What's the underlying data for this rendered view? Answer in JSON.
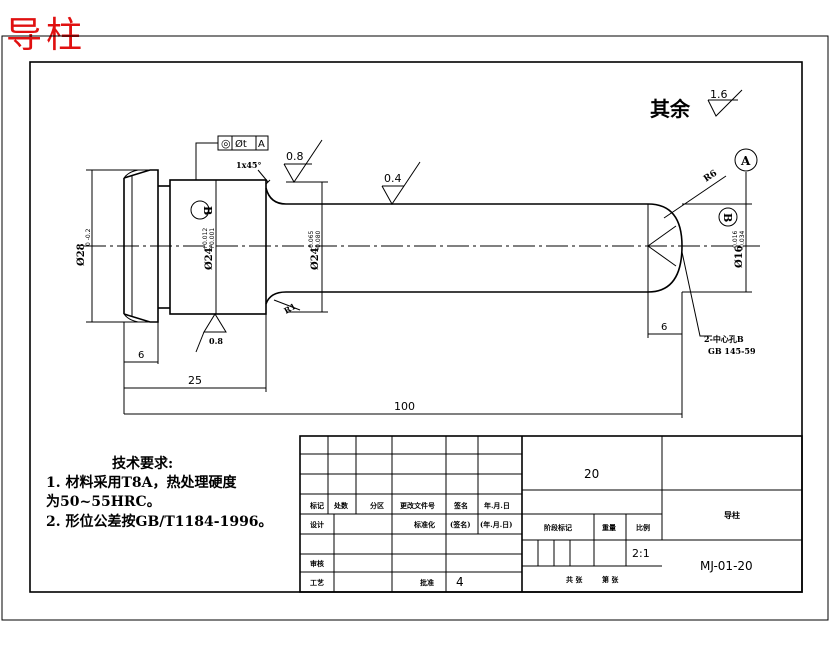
{
  "page_title": "导柱",
  "roughness": {
    "other_label": "其余",
    "other_value": "1.6",
    "shoulder": "0.8",
    "shank": "0.4",
    "left_face": "0.8"
  },
  "tolerance_frame": {
    "symbol": "◎",
    "value": "Øt",
    "datum": "A"
  },
  "datums": {
    "a": "A",
    "b_left": "B",
    "b_right": "B"
  },
  "chamfer": "1x45°",
  "radius_r6": "R6",
  "radius_r1": "R1",
  "dims": {
    "flange_dia": "Ø28",
    "flange_tol": "0\n-0.2",
    "head_dia": "Ø24",
    "head_tol_upper": "+0.012",
    "head_tol_lower": "+0.001",
    "shank_dia": "Ø24",
    "shank_tol_upper": "-0.065",
    "shank_tol_lower": "-0.080",
    "tip_dia": "Ø16",
    "tip_tol_upper": "-0.016",
    "tip_tol_lower": "-0.034",
    "len_flange": "6",
    "len_head": "25",
    "len_total": "100",
    "len_tip": "6"
  },
  "center_hole_note": [
    "2-中心孔B",
    "GB 145-59"
  ],
  "tech_req": {
    "heading": "技术要求:",
    "lines": [
      "1. 材料采用T8A，热处理硬度",
      "为50~55HRC。",
      "2. 形位公差按GB/T1184-1996。"
    ]
  },
  "title_block": {
    "part_name": "导柱",
    "material": "20",
    "scale": "2:1",
    "drawing_no": "MJ-01-20",
    "quantity": "4",
    "labels": {
      "mark": "标记",
      "count": "处数",
      "zone": "分区",
      "change_doc": "更改文件号",
      "sign": "签名",
      "date": "年.月.日",
      "design": "设计",
      "standardize": "标准化",
      "sign2": "(签名)",
      "date2": "(年.月.日)",
      "stage_mark": "阶段标记",
      "weight": "重量",
      "scale_label": "比例",
      "review": "审核",
      "process": "工艺",
      "approve": "批准",
      "sheets": "共 张",
      "sheet": "第 张"
    }
  }
}
